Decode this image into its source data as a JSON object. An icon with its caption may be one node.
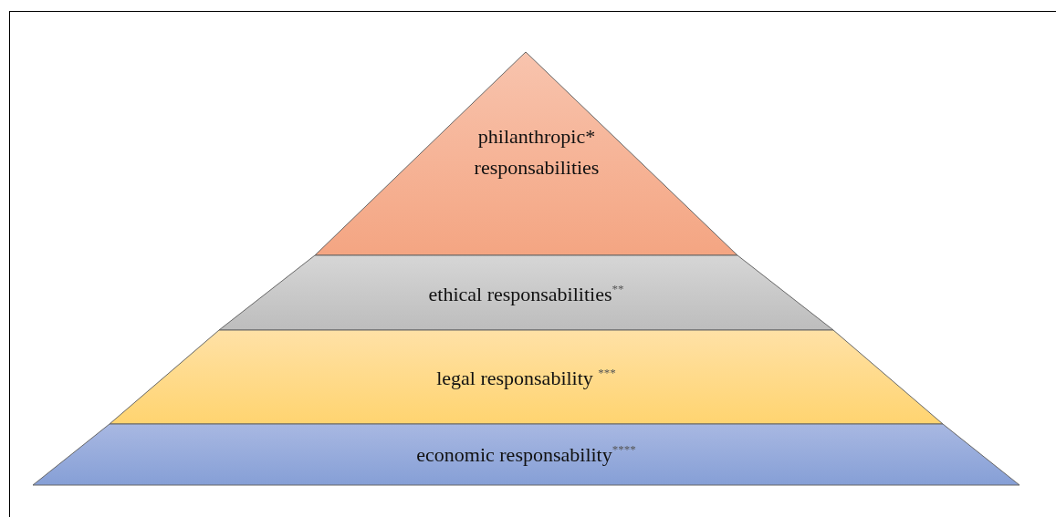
{
  "diagram": {
    "nodes": [
      {
        "text": [
          "philanthropic* responsabilities"
        ]
      },
      {
        "text": [
          "ethical responsabilities$^{**}$"
        ]
      },
      {
        "text": [
          "legal responsability $^{***}$"
        ]
      },
      {
        "text": [
          "economic responsability$^{****}$"
        ]
      }
    ]
  }
}
